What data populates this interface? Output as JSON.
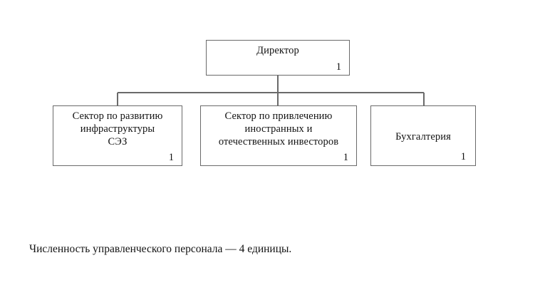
{
  "chart": {
    "type": "organizational-chart",
    "root": {
      "id": "director",
      "title": "Директор",
      "count": "1"
    },
    "children": [
      {
        "id": "infrastructure",
        "title": "Сектор по развитию\nинфраструктуры\nСЭЗ",
        "count": "1"
      },
      {
        "id": "investors",
        "title": "Сектор по привлечению\nиностранных и\nотечественных инвесторов",
        "count": "1"
      },
      {
        "id": "accounting",
        "title": "Бухгалтерия",
        "count": "1"
      }
    ],
    "caption": "Численность управленческого персонала — 4 единицы.",
    "colors": {
      "background": "#ffffff",
      "border": "#6a6a6a",
      "text": "#121212",
      "connector": "#6a6a6a"
    }
  }
}
